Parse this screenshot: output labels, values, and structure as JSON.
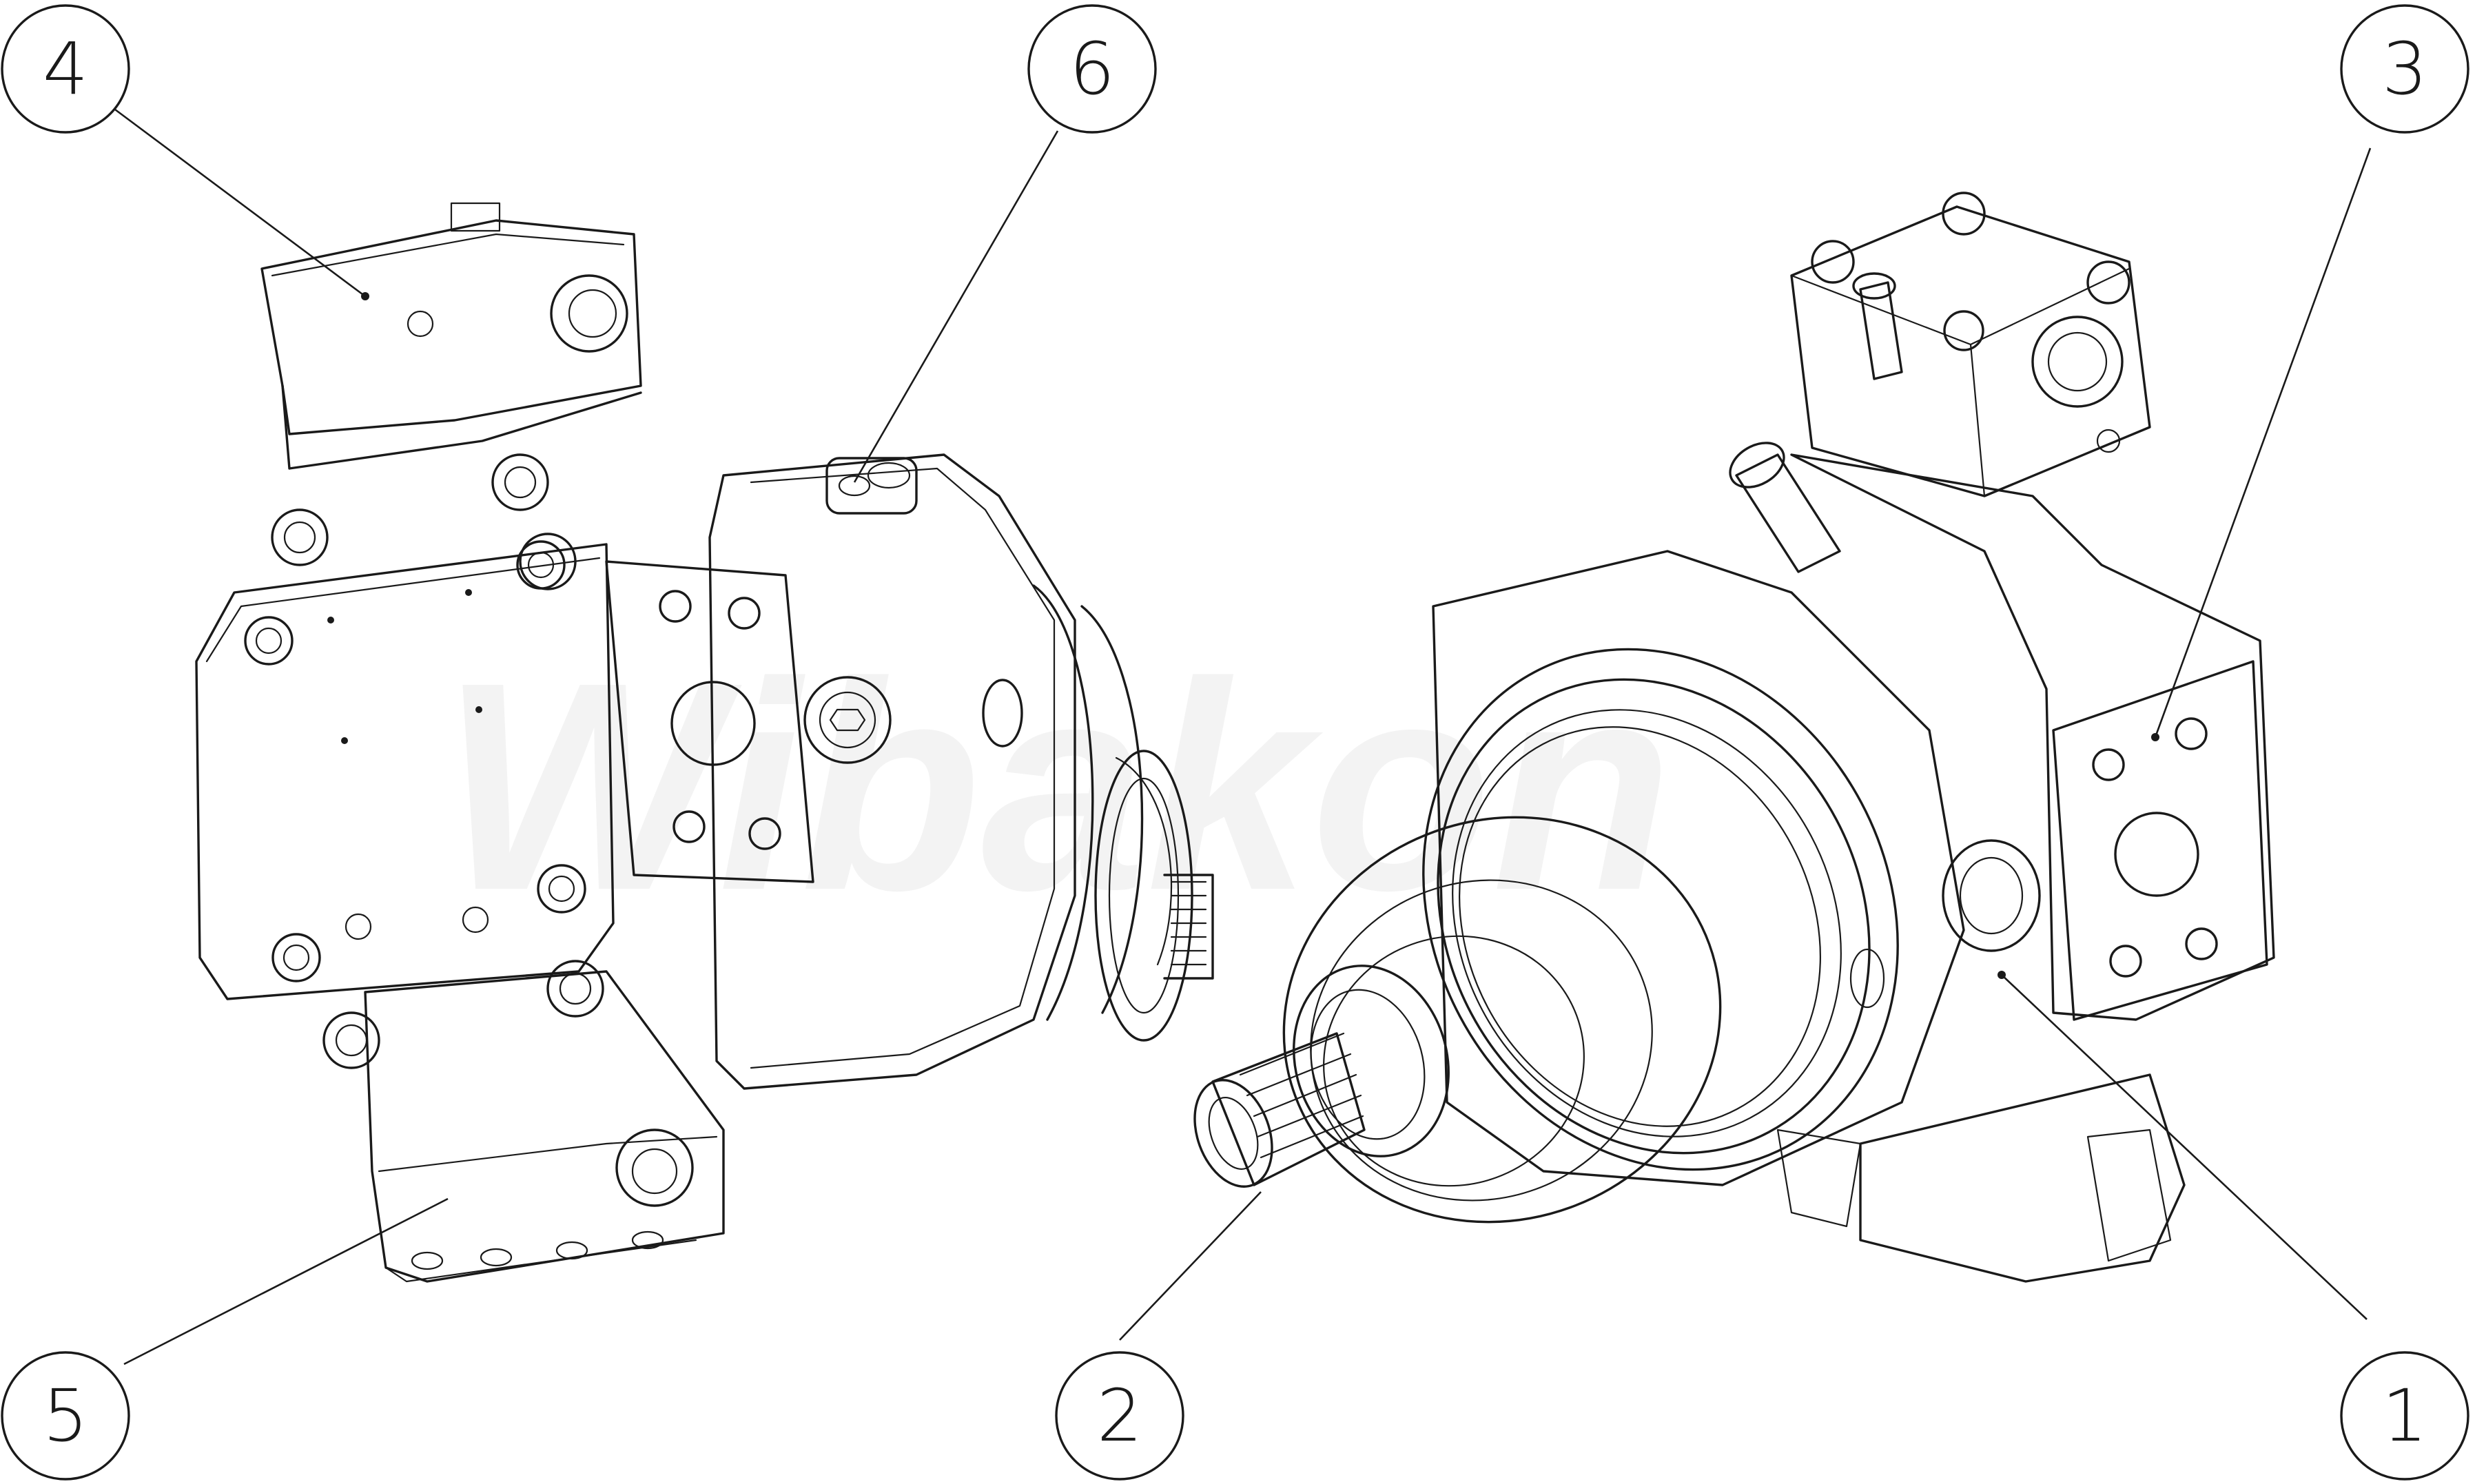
{
  "watermark": "Wibakon",
  "callouts": [
    {
      "id": "1",
      "label": "1"
    },
    {
      "id": "2",
      "label": "2"
    },
    {
      "id": "3",
      "label": "3"
    },
    {
      "id": "4",
      "label": "4"
    },
    {
      "id": "5",
      "label": "5"
    },
    {
      "id": "6",
      "label": "6"
    }
  ],
  "colors": {
    "line": "#1a1a1a",
    "background": "#ffffff",
    "watermark": "#f3f3f3"
  }
}
